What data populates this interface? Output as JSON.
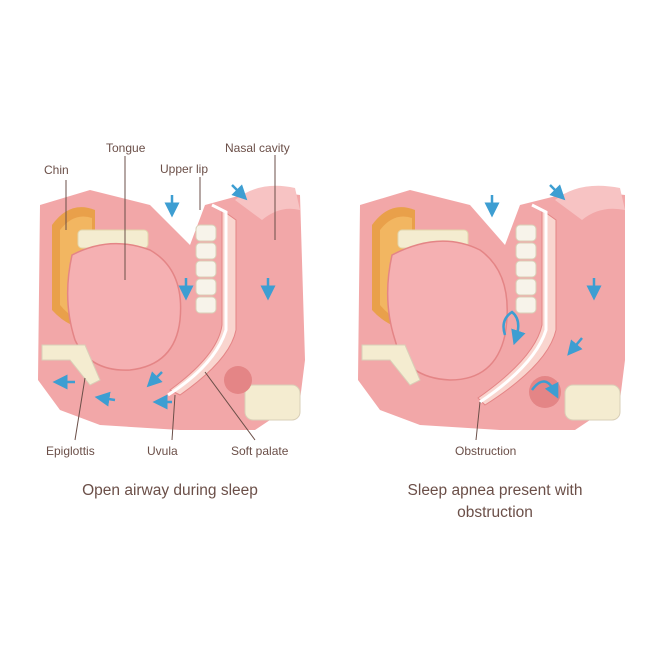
{
  "panels": [
    {
      "caption": "Open airway during sleep",
      "labels": {
        "chin": "Chin",
        "tongue": "Tongue",
        "upper_lip": "Upper lip",
        "nasal_cavity": "Nasal cavity",
        "epiglottis": "Epiglottis",
        "uvula": "Uvula",
        "soft_palate": "Soft palate"
      }
    },
    {
      "caption_line1": "Sleep apnea present with",
      "caption_line2": "obstruction",
      "labels": {
        "obstruction": "Obstruction"
      }
    }
  ],
  "colors": {
    "tissue": "#f2a7a8",
    "tissue_dark": "#e48586",
    "tongue": "#f5b0b2",
    "fat": "#e9a04a",
    "bone": "#f4ecd0",
    "airflow": "#3d9ed2",
    "label": "#6b4f48"
  }
}
